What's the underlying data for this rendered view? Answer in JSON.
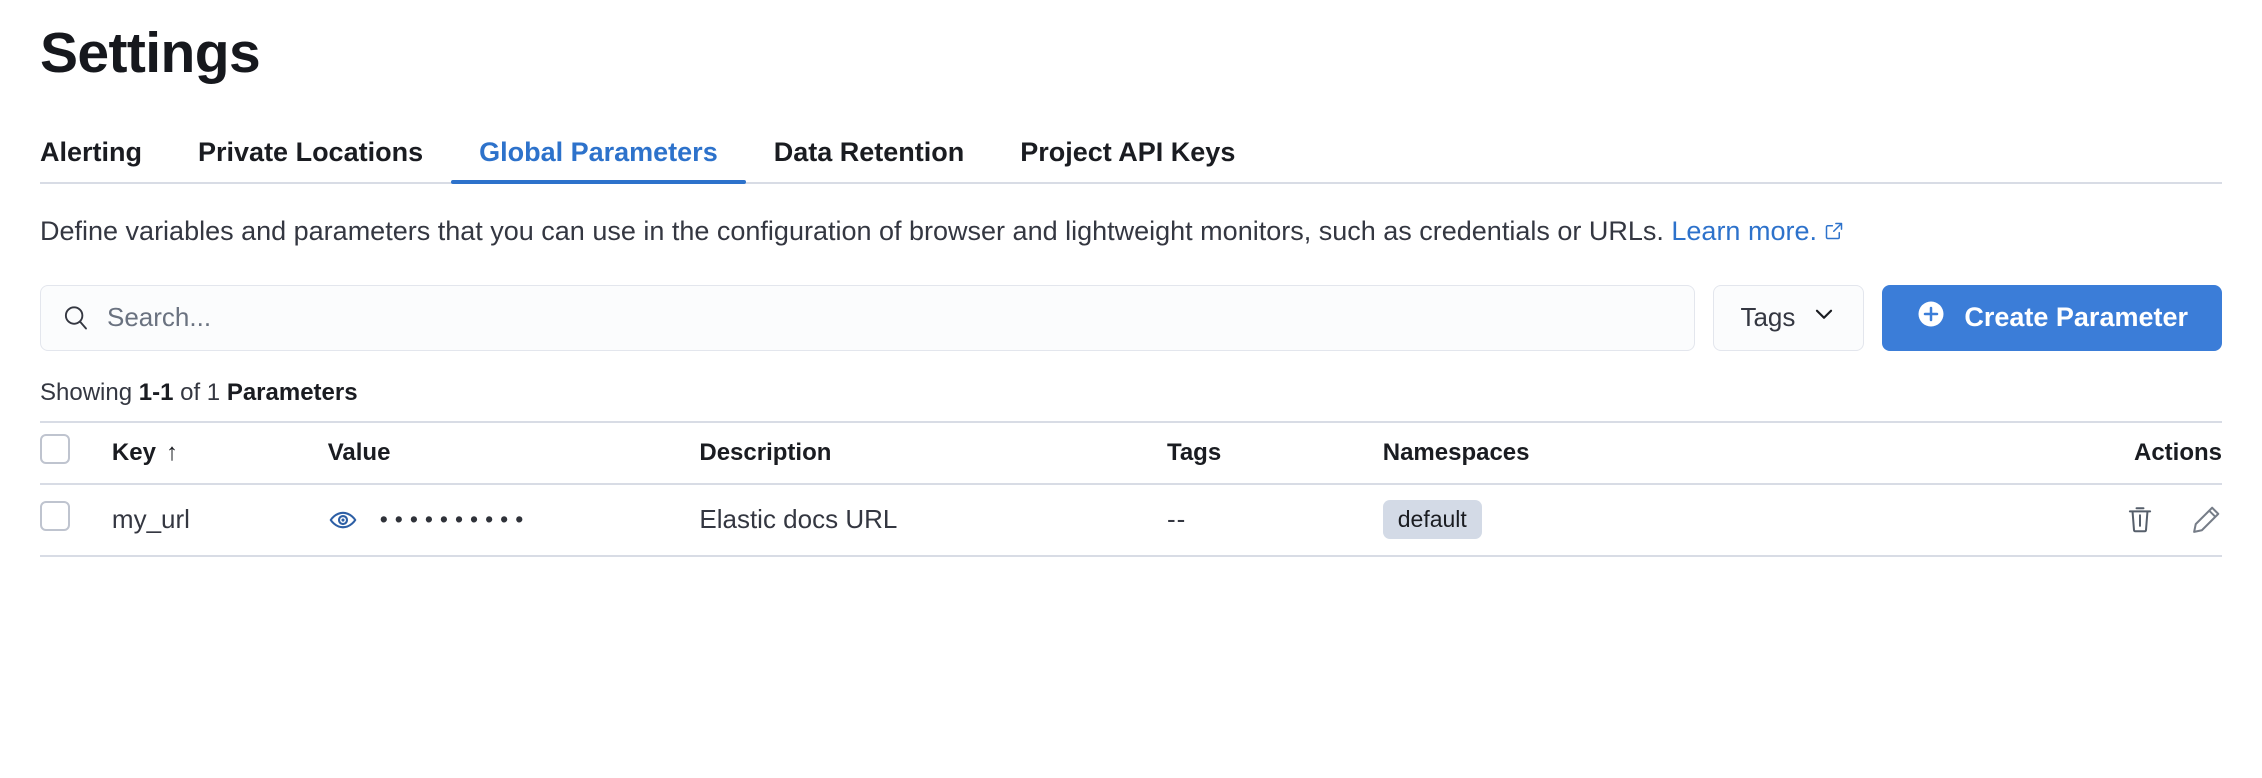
{
  "page": {
    "title": "Settings"
  },
  "tabs": [
    {
      "label": "Alerting",
      "active": false
    },
    {
      "label": "Private Locations",
      "active": false
    },
    {
      "label": "Global Parameters",
      "active": true
    },
    {
      "label": "Data Retention",
      "active": false
    },
    {
      "label": "Project API Keys",
      "active": false
    }
  ],
  "description": {
    "text": "Define variables and parameters that you can use in the configuration of browser and lightweight monitors, such as credentials or URLs.",
    "link_label": "Learn more.",
    "external_link_icon": "external-link-icon"
  },
  "controls": {
    "search": {
      "placeholder": "Search...",
      "value": "",
      "icon": "search-icon"
    },
    "tags_filter": {
      "label": "Tags",
      "icon": "chevron-down-icon"
    },
    "create_button": {
      "label": "Create Parameter",
      "icon": "plus-circle-icon"
    }
  },
  "results": {
    "prefix": "Showing",
    "range": "1-1",
    "middle": "of",
    "total": "1",
    "noun": "Parameters"
  },
  "table": {
    "columns": [
      {
        "key": "select",
        "label": "",
        "sort": ""
      },
      {
        "key": "key",
        "label": "Key",
        "sort": "ascending"
      },
      {
        "key": "value",
        "label": "Value",
        "sort": ""
      },
      {
        "key": "description",
        "label": "Description",
        "sort": ""
      },
      {
        "key": "tags",
        "label": "Tags",
        "sort": ""
      },
      {
        "key": "namespaces",
        "label": "Namespaces",
        "sort": ""
      },
      {
        "key": "actions",
        "label": "Actions",
        "sort": ""
      }
    ],
    "sort_arrow": "↑",
    "rows": [
      {
        "selected": false,
        "key": "my_url",
        "value_masked": "••••••••••",
        "value_toggle_icon": "eye-icon",
        "description": "Elastic docs URL",
        "tags": "--",
        "namespaces": [
          "default"
        ],
        "actions": [
          "delete-icon",
          "edit-icon"
        ]
      }
    ]
  },
  "colors": {
    "accent": "#2d72cb",
    "button_primary": "#3b7dd8",
    "badge_background": "#d3dae6",
    "text_primary": "#1a1c21",
    "text_secondary": "#343741",
    "border": "#d8dce5",
    "icon_blue": "#2d5fa5"
  }
}
